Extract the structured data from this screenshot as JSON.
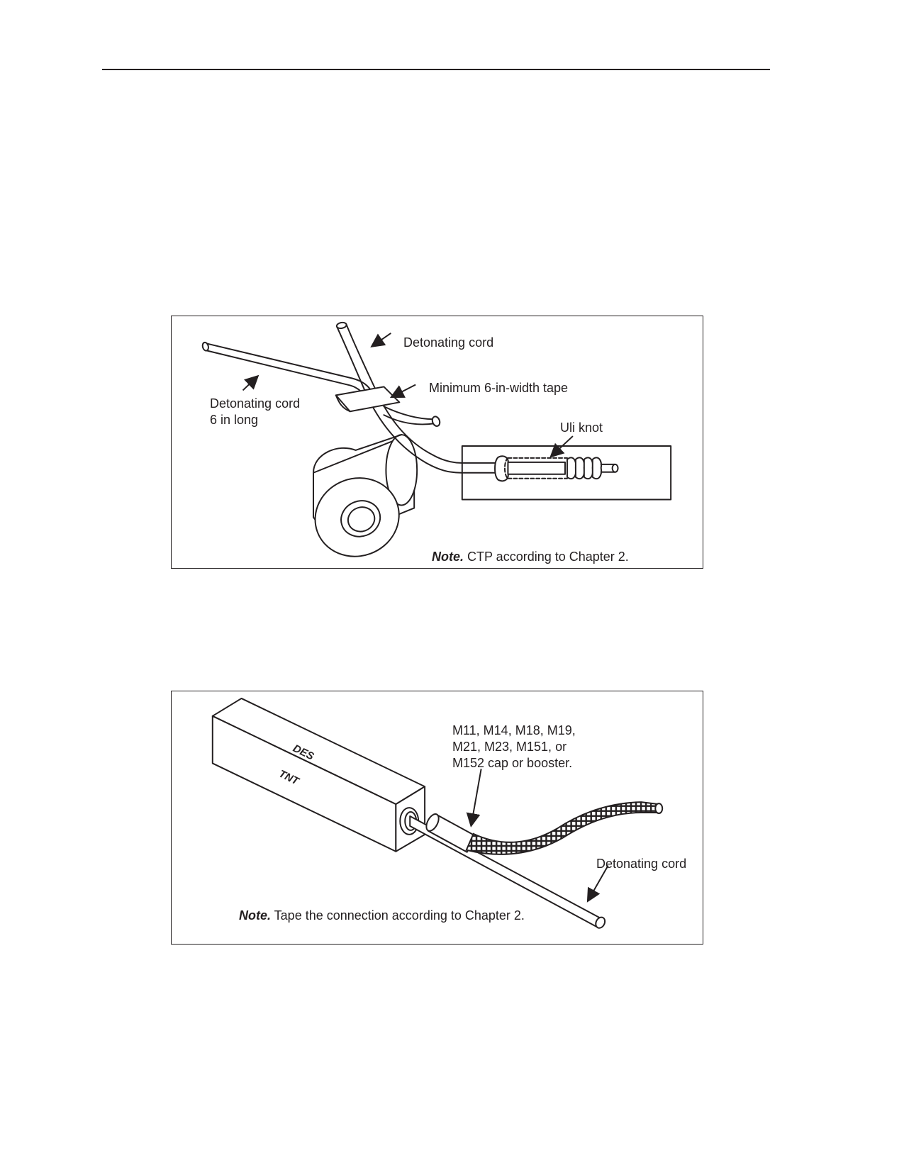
{
  "figure1": {
    "label_det_cord_top": "Detonating cord",
    "label_tape": "Minimum 6-in-width tape",
    "label_det_cord_6in_line1": "Detonating cord",
    "label_det_cord_6in_line2": "6 in long",
    "label_uli_knot": "Uli knot",
    "note_prefix": "Note.",
    "note_text": " CTP according to Chapter 2."
  },
  "figure2": {
    "block_text_1": "DES",
    "block_text_2": "TNT",
    "label_caps_line1": "M11, M14, M18, M19,",
    "label_caps_line2": "M21, M23, M151, or",
    "label_caps_line3": "M152 cap or booster.",
    "label_det_cord": "Detonating cord",
    "note_prefix": "Note.",
    "note_text": " Tape the connection according to Chapter 2."
  }
}
